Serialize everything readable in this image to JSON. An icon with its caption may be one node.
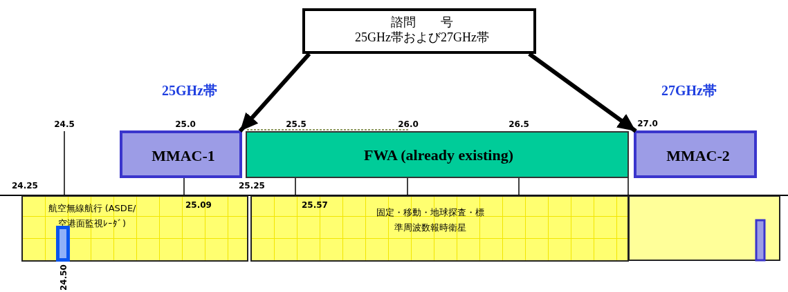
{
  "diagram": {
    "nodes": [
      {
        "text": [
          "諮問　　号",
          "25GHz帯および27GHz帯"
        ]
      },
      {
        "text": [
          "MMAC-1"
        ]
      },
      {
        "text": [
          "FWA (already existing)"
        ]
      },
      {
        "text": [
          "MMAC-2"
        ]
      },
      {
        "text": [
          "航空無線航行 (ASDE/空港面監視ﾚｰﾀﾞ)"
        ]
      },
      {
        "text": [
          "固定・移動・地球探査・標準周波数報時衛星"
        ]
      },
      {
        "text": [],
        "shape": "box"
      }
    ],
    "edges": [
      {
        "from": 0,
        "to": 1,
        "arrow": "to"
      },
      {
        "from": 0,
        "to": 3,
        "arrow": "to"
      }
    ],
    "labels": [
      "25GHz帯",
      "27GHz帯",
      "24.5",
      "25.0",
      "25.5",
      "26.0",
      "26.5",
      "27.0",
      "24.25",
      "25.25",
      "25.09",
      "25.57",
      "24.50"
    ]
  }
}
